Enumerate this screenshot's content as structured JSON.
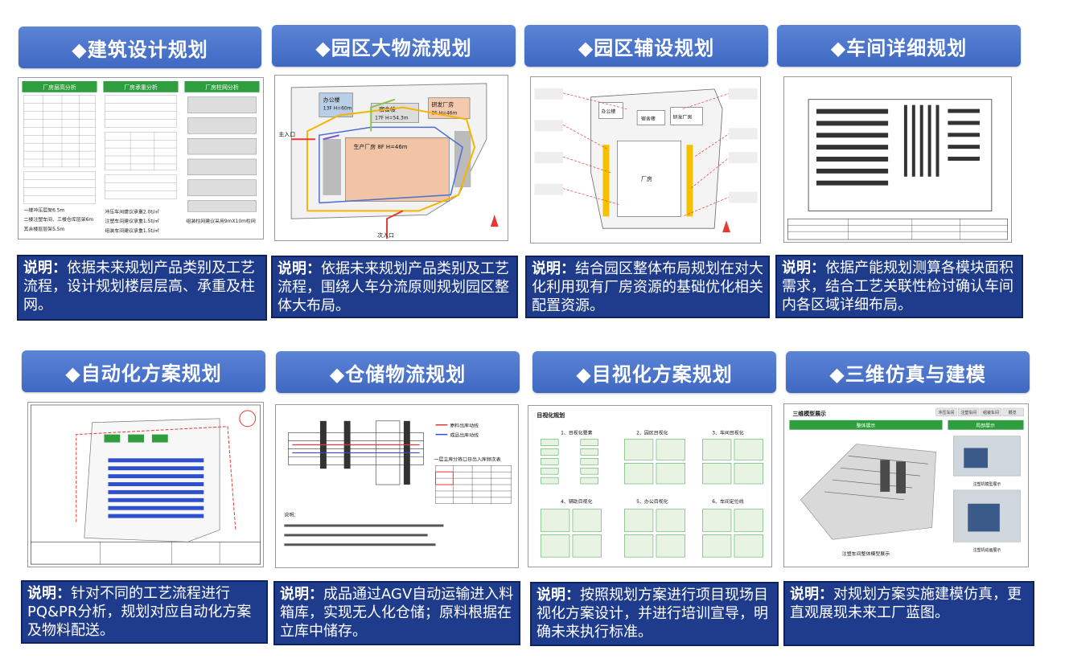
{
  "panels": [
    {
      "title": "◆建筑设计规划",
      "label": "说明：",
      "desc": "依据未来规划产品类别及工艺流程，设计规划楼层层高、承重及柱网。",
      "thumb_text": {
        "h1": "厂房层高分析",
        "h2": "厂房承重分析",
        "h3": "厂房柱网分析",
        "a1": "一楼冲压层架6.5m",
        "a2": "二楼注塑车间、三楼仓库层架6m",
        "a3": "其余楼层层架5.5m",
        "b1": "冲压车间建议承重2.0t/㎡",
        "b2": "注塑车间建议承重1.5t/㎡",
        "b3": "组装车间建议承重1.5t/㎡",
        "c1": "组装柱网建议采用9mX10m柱网"
      }
    },
    {
      "title": "◆园区大物流规划",
      "label": "说明：",
      "desc": "依据未来规划产品类别及工艺流程，围绕人车分流原则规划园区整体大布局。",
      "thumb_text": {
        "office": "办公楼",
        "office_h": "13F H=60m",
        "dorm": "宿舍楼",
        "dorm_h": "17F H=54.3m",
        "rnd": "研发厂房",
        "rnd_h": "8F H=46m",
        "prod": "生产厂房 8F H=46m",
        "main_in": "主入口",
        "sub_in": "次入口"
      }
    },
    {
      "title": "◆园区辅设规划",
      "label": "说明：",
      "desc": "结合园区整体布局规划在对大化利用现有厂房资源的基础优化相关配置资源。",
      "thumb_text": {
        "office": "办公楼",
        "dorm": "宿舍楼",
        "rnd": "研发厂房",
        "plant": "厂房"
      }
    },
    {
      "title": "◆车间详细规划",
      "label": "说明：",
      "desc": "依据产能规划测算各模块面积需求，结合工艺关联性检讨确认车间内各区域详细布局。",
      "thumb_text": {}
    },
    {
      "title": "◆自动化方案规划",
      "label": "说明：",
      "desc": "针对不同的工艺流程进行PQ&PR分析，规划对应自动化方案及物料配送。",
      "thumb_text": {}
    },
    {
      "title": "◆仓储物流规划",
      "label": "说明：",
      "desc": "成品通过AGV自动运输进入料箱库，实现无人化仓储；原料根据在立库中储存。",
      "thumb_text": {
        "legend1": "原料出库动线",
        "legend2": "成品出库动线",
        "tbl_title": "一层立库分拣口日出入库频次表",
        "note_title": "说明："
      }
    },
    {
      "title": "◆目视化方案规划",
      "label": "说明：",
      "desc": "按照规划方案进行项目现场目视化方案设计，并进行培训宣导，明确未来执行标准。",
      "thumb_text": {
        "head": "目视化规划",
        "s1": "1、目视化要素",
        "s2": "2、园区目视化",
        "s3": "3、车间目视化",
        "s4": "4、辅助目视化",
        "s5": "5、办公目视化",
        "s6": "6、车间定位线"
      }
    },
    {
      "title": "◆三维仿真与建模",
      "label": "说明：",
      "desc": "对规划方案实施建模仿真，更直观展现未来工厂蓝图。",
      "thumb_text": {
        "head": "三维模型展示",
        "tab1": "冲压车间",
        "tab2": "注塑车间",
        "tab3": "组装车间",
        "tab4": "概览",
        "left": "整体展示",
        "right": "局部展示",
        "cap1": "注塑车间整体模型展示",
        "cap2": "注塑机模型展示",
        "cap3": "注塑机动画展示"
      }
    }
  ],
  "colors": {
    "title_bg": "#4a72cc",
    "note_bg": "#1f3c8c"
  }
}
